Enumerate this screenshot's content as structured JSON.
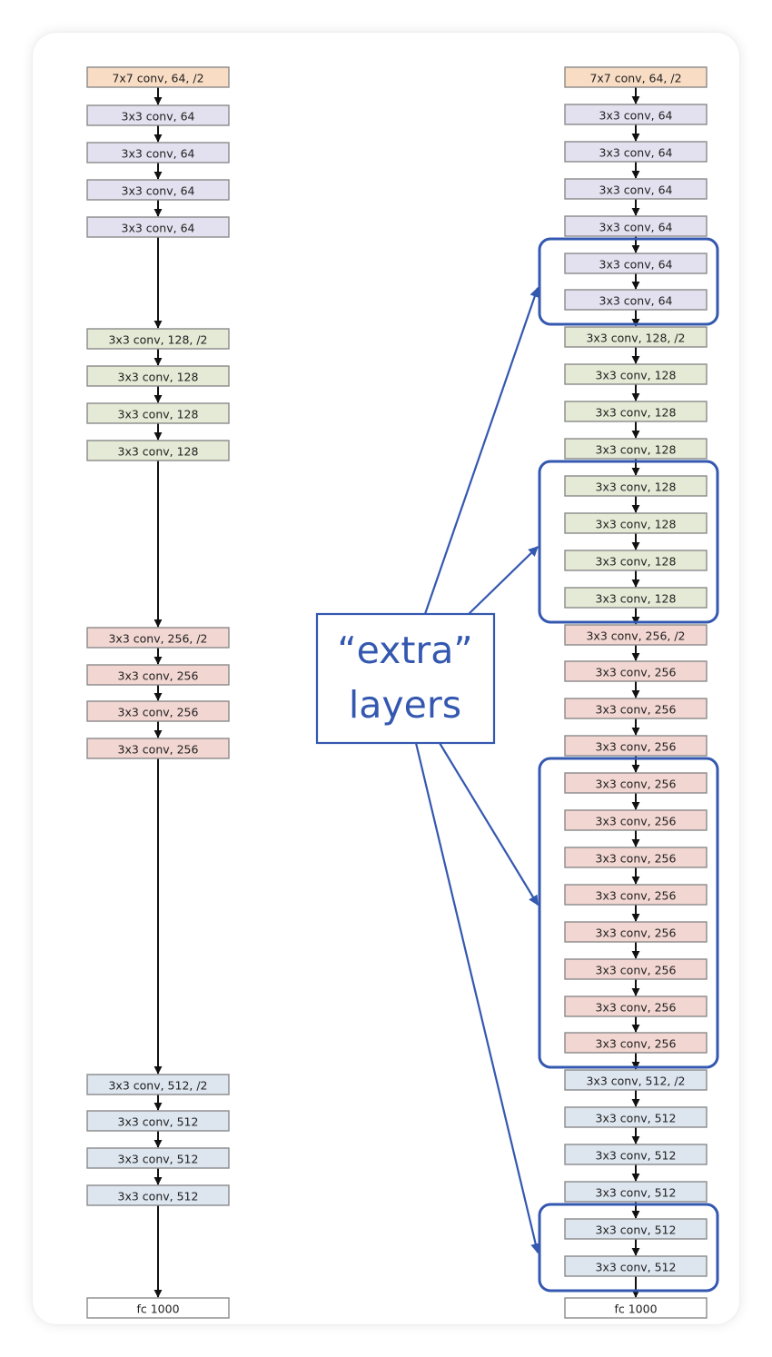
{
  "colors": {
    "stem": "#f9dcc4",
    "c64": "#e3e1ef",
    "c128": "#e4ead5",
    "c256": "#f2d6d2",
    "c512": "#dde5ef",
    "fc": "#ffffff",
    "callout": "#3458b0"
  },
  "left_network": {
    "layers": [
      {
        "label": "7x7 conv, 64, /2",
        "stage": "stem"
      },
      {
        "label": "3x3 conv, 64",
        "stage": "c64"
      },
      {
        "label": "3x3 conv, 64",
        "stage": "c64"
      },
      {
        "label": "3x3 conv, 64",
        "stage": "c64"
      },
      {
        "label": "3x3 conv, 64",
        "stage": "c64"
      },
      {
        "label": "3x3 conv, 128, /2",
        "stage": "c128"
      },
      {
        "label": "3x3 conv, 128",
        "stage": "c128"
      },
      {
        "label": "3x3 conv, 128",
        "stage": "c128"
      },
      {
        "label": "3x3 conv, 128",
        "stage": "c128"
      },
      {
        "label": "3x3 conv, 256, /2",
        "stage": "c256"
      },
      {
        "label": "3x3 conv, 256",
        "stage": "c256"
      },
      {
        "label": "3x3 conv, 256",
        "stage": "c256"
      },
      {
        "label": "3x3 conv, 256",
        "stage": "c256"
      },
      {
        "label": "3x3 conv, 512, /2",
        "stage": "c512"
      },
      {
        "label": "3x3 conv, 512",
        "stage": "c512"
      },
      {
        "label": "3x3 conv, 512",
        "stage": "c512"
      },
      {
        "label": "3x3 conv, 512",
        "stage": "c512"
      },
      {
        "label": "fc 1000",
        "stage": "fc"
      }
    ]
  },
  "right_network": {
    "layers": [
      {
        "label": "7x7 conv, 64, /2",
        "stage": "stem"
      },
      {
        "label": "3x3 conv, 64",
        "stage": "c64"
      },
      {
        "label": "3x3 conv, 64",
        "stage": "c64"
      },
      {
        "label": "3x3 conv, 64",
        "stage": "c64"
      },
      {
        "label": "3x3 conv, 64",
        "stage": "c64"
      },
      {
        "label": "3x3 conv, 64",
        "stage": "c64",
        "extra": true
      },
      {
        "label": "3x3 conv, 64",
        "stage": "c64",
        "extra": true
      },
      {
        "label": "3x3 conv, 128, /2",
        "stage": "c128"
      },
      {
        "label": "3x3 conv, 128",
        "stage": "c128"
      },
      {
        "label": "3x3 conv, 128",
        "stage": "c128"
      },
      {
        "label": "3x3 conv, 128",
        "stage": "c128"
      },
      {
        "label": "3x3 conv, 128",
        "stage": "c128",
        "extra": true
      },
      {
        "label": "3x3 conv, 128",
        "stage": "c128",
        "extra": true
      },
      {
        "label": "3x3 conv, 128",
        "stage": "c128",
        "extra": true
      },
      {
        "label": "3x3 conv, 128",
        "stage": "c128",
        "extra": true
      },
      {
        "label": "3x3 conv, 256, /2",
        "stage": "c256"
      },
      {
        "label": "3x3 conv, 256",
        "stage": "c256"
      },
      {
        "label": "3x3 conv, 256",
        "stage": "c256"
      },
      {
        "label": "3x3 conv, 256",
        "stage": "c256"
      },
      {
        "label": "3x3 conv, 256",
        "stage": "c256",
        "extra": true
      },
      {
        "label": "3x3 conv, 256",
        "stage": "c256",
        "extra": true
      },
      {
        "label": "3x3 conv, 256",
        "stage": "c256",
        "extra": true
      },
      {
        "label": "3x3 conv, 256",
        "stage": "c256",
        "extra": true
      },
      {
        "label": "3x3 conv, 256",
        "stage": "c256",
        "extra": true
      },
      {
        "label": "3x3 conv, 256",
        "stage": "c256",
        "extra": true
      },
      {
        "label": "3x3 conv, 256",
        "stage": "c256",
        "extra": true
      },
      {
        "label": "3x3 conv, 256",
        "stage": "c256",
        "extra": true
      },
      {
        "label": "3x3 conv, 512, /2",
        "stage": "c512"
      },
      {
        "label": "3x3 conv, 512",
        "stage": "c512"
      },
      {
        "label": "3x3 conv, 512",
        "stage": "c512"
      },
      {
        "label": "3x3 conv, 512",
        "stage": "c512"
      },
      {
        "label": "3x3 conv, 512",
        "stage": "c512",
        "extra": true
      },
      {
        "label": "3x3 conv, 512",
        "stage": "c512",
        "extra": true
      },
      {
        "label": "fc 1000",
        "stage": "fc"
      }
    ]
  },
  "callout": {
    "line1": "“extra”",
    "line2": "layers"
  }
}
